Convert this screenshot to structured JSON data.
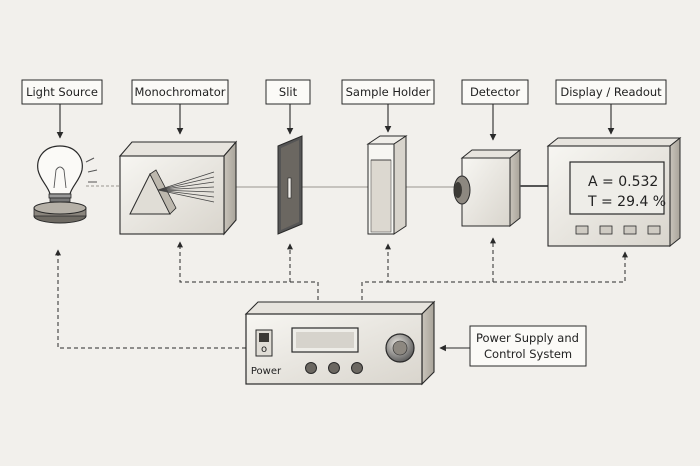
{
  "labels": {
    "light_source": "Light Source",
    "monochromator": "Monochromator",
    "slit": "Slit",
    "sample_holder": "Sample Holder",
    "detector": "Detector",
    "display": "Display / Readout",
    "power_line1": "Power Supply and",
    "power_line2": "Control System"
  },
  "readout": {
    "absorbance": "A = 0.532",
    "transmittance": "T = 29.4 %"
  },
  "power_switch_label": "Power",
  "colors": {
    "background": "#f2f0ec",
    "ink": "#2a2a2a",
    "box_fill": "#fbfaf7",
    "shade": "#cfcbc3"
  }
}
